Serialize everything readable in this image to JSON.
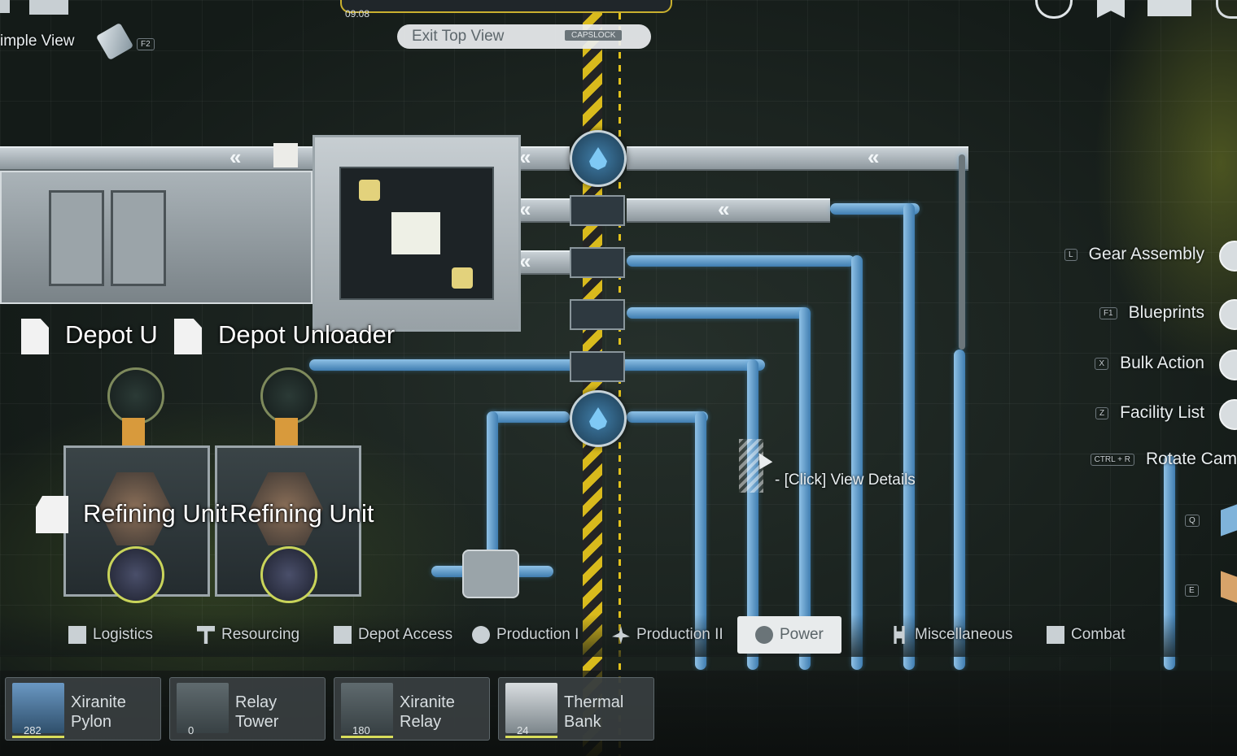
{
  "hud": {
    "clock": "09:08",
    "simple_view_label": "imple View",
    "simple_view_key": "F2",
    "exit_top_view_label": "Exit Top View",
    "exit_top_view_key": "CAPSLOCK"
  },
  "world_labels": {
    "depot_unloader_1": "Depot U",
    "depot_unloader_2": "Depot Unloader",
    "refining_unit_1": "Refining Unit",
    "refining_unit_2": "Refining Unit",
    "view_details": "- [Click] View Details"
  },
  "side_menu": [
    {
      "key": "L",
      "label": "Gear Assembly"
    },
    {
      "key": "F1",
      "label": "Blueprints"
    },
    {
      "key": "X",
      "label": "Bulk Action"
    },
    {
      "key": "Z",
      "label": "Facility List"
    },
    {
      "key": "CTRL + R",
      "label": "Rotate Cam"
    }
  ],
  "side_keys": {
    "q": "Q",
    "e": "E"
  },
  "categories": [
    {
      "label": "Logistics",
      "icon": "logistics-icon"
    },
    {
      "label": "Resourcing",
      "icon": "pickaxe-icon"
    },
    {
      "label": "Depot Access",
      "icon": "depot-icon"
    },
    {
      "label": "Production I",
      "icon": "gear-icon"
    },
    {
      "label": "Production II",
      "icon": "production-icon"
    },
    {
      "label": "Power",
      "icon": "power-icon"
    },
    {
      "label": "Miscellaneous",
      "icon": "grid-icon"
    },
    {
      "label": "Combat",
      "icon": "turret-icon"
    }
  ],
  "active_category": "Power",
  "build_cards": [
    {
      "line1": "Xiranite",
      "line2": "Pylon",
      "count": "282"
    },
    {
      "line1": "Relay",
      "line2": "Tower",
      "count": "0"
    },
    {
      "line1": "Xiranite",
      "line2": "Relay",
      "count": "180"
    },
    {
      "line1": "Thermal",
      "line2": "Bank",
      "count": "24"
    }
  ],
  "colors": {
    "pipe": "#5a9bd0",
    "hazard": "#e3c21c",
    "active_tab_bg": "#e8ebec"
  }
}
